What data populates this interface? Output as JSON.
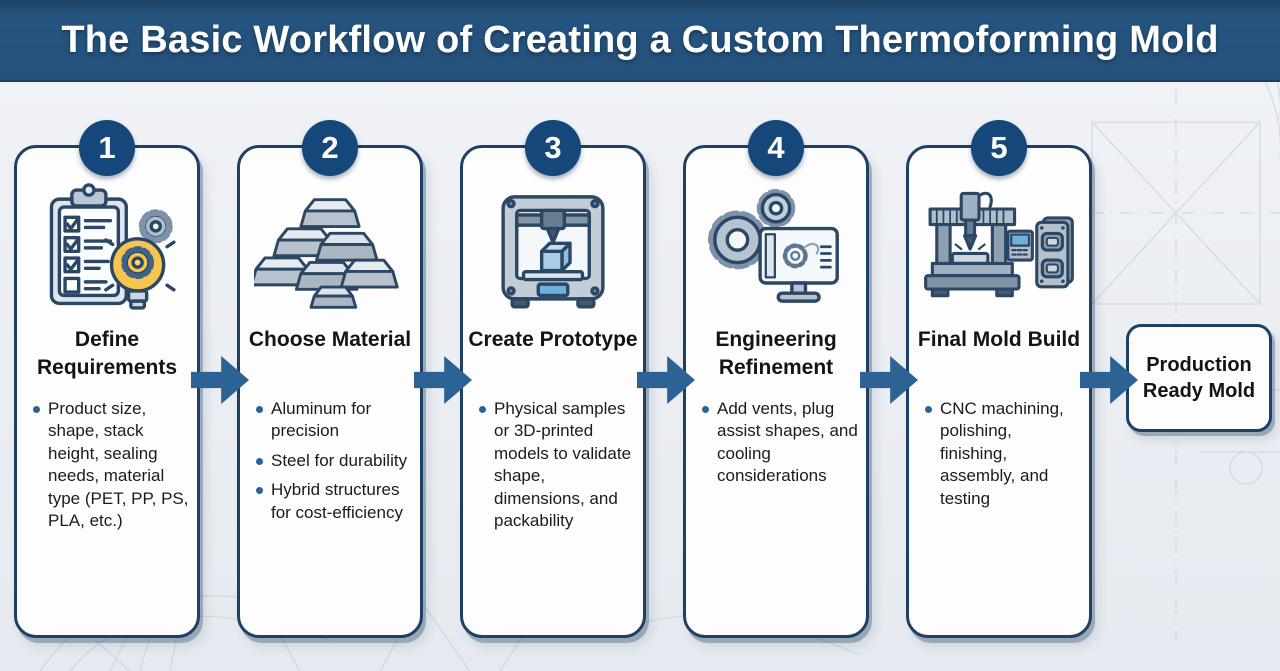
{
  "header": {
    "title": "The Basic Workflow of Creating a Custom Thermoforming Mold"
  },
  "steps": [
    {
      "number": "1",
      "title": "Define Requirements",
      "icon": "clipboard-checklist-lightbulb-icon",
      "bullets": [
        "Product size, shape, stack height, sealing needs, material type (PET, PP, PS, PLA, etc.)"
      ]
    },
    {
      "number": "2",
      "title": "Choose Material",
      "icon": "metal-ingots-icon",
      "bullets": [
        "Aluminum for precision",
        "Steel for durability",
        "Hybrid structures for cost-efficiency"
      ]
    },
    {
      "number": "3",
      "title": "Create Prototype",
      "icon": "3d-printer-icon",
      "bullets": [
        "Physical samples or 3D-printed models to validate shape, dimensions, and packability"
      ]
    },
    {
      "number": "4",
      "title": "Engineering Refinement",
      "icon": "gears-cad-monitor-icon",
      "bullets": [
        "Add vents, plug assist shapes, and cooling considerations"
      ]
    },
    {
      "number": "5",
      "title": "Final Mold Build",
      "icon": "cnc-machine-mold-icon",
      "bullets": [
        "CNC machining, polishing, finishing, assembly, and testing"
      ]
    }
  ],
  "output": {
    "label": "Production Ready Mold"
  },
  "colors": {
    "header_bg": "#24517c",
    "badge_bg": "#16477a",
    "card_border": "#1e4064",
    "arrow": "#2d6295",
    "bullet_dot": "#2d6295",
    "lightbulb_yellow": "#f5c54f",
    "background": "#eaedf2"
  }
}
